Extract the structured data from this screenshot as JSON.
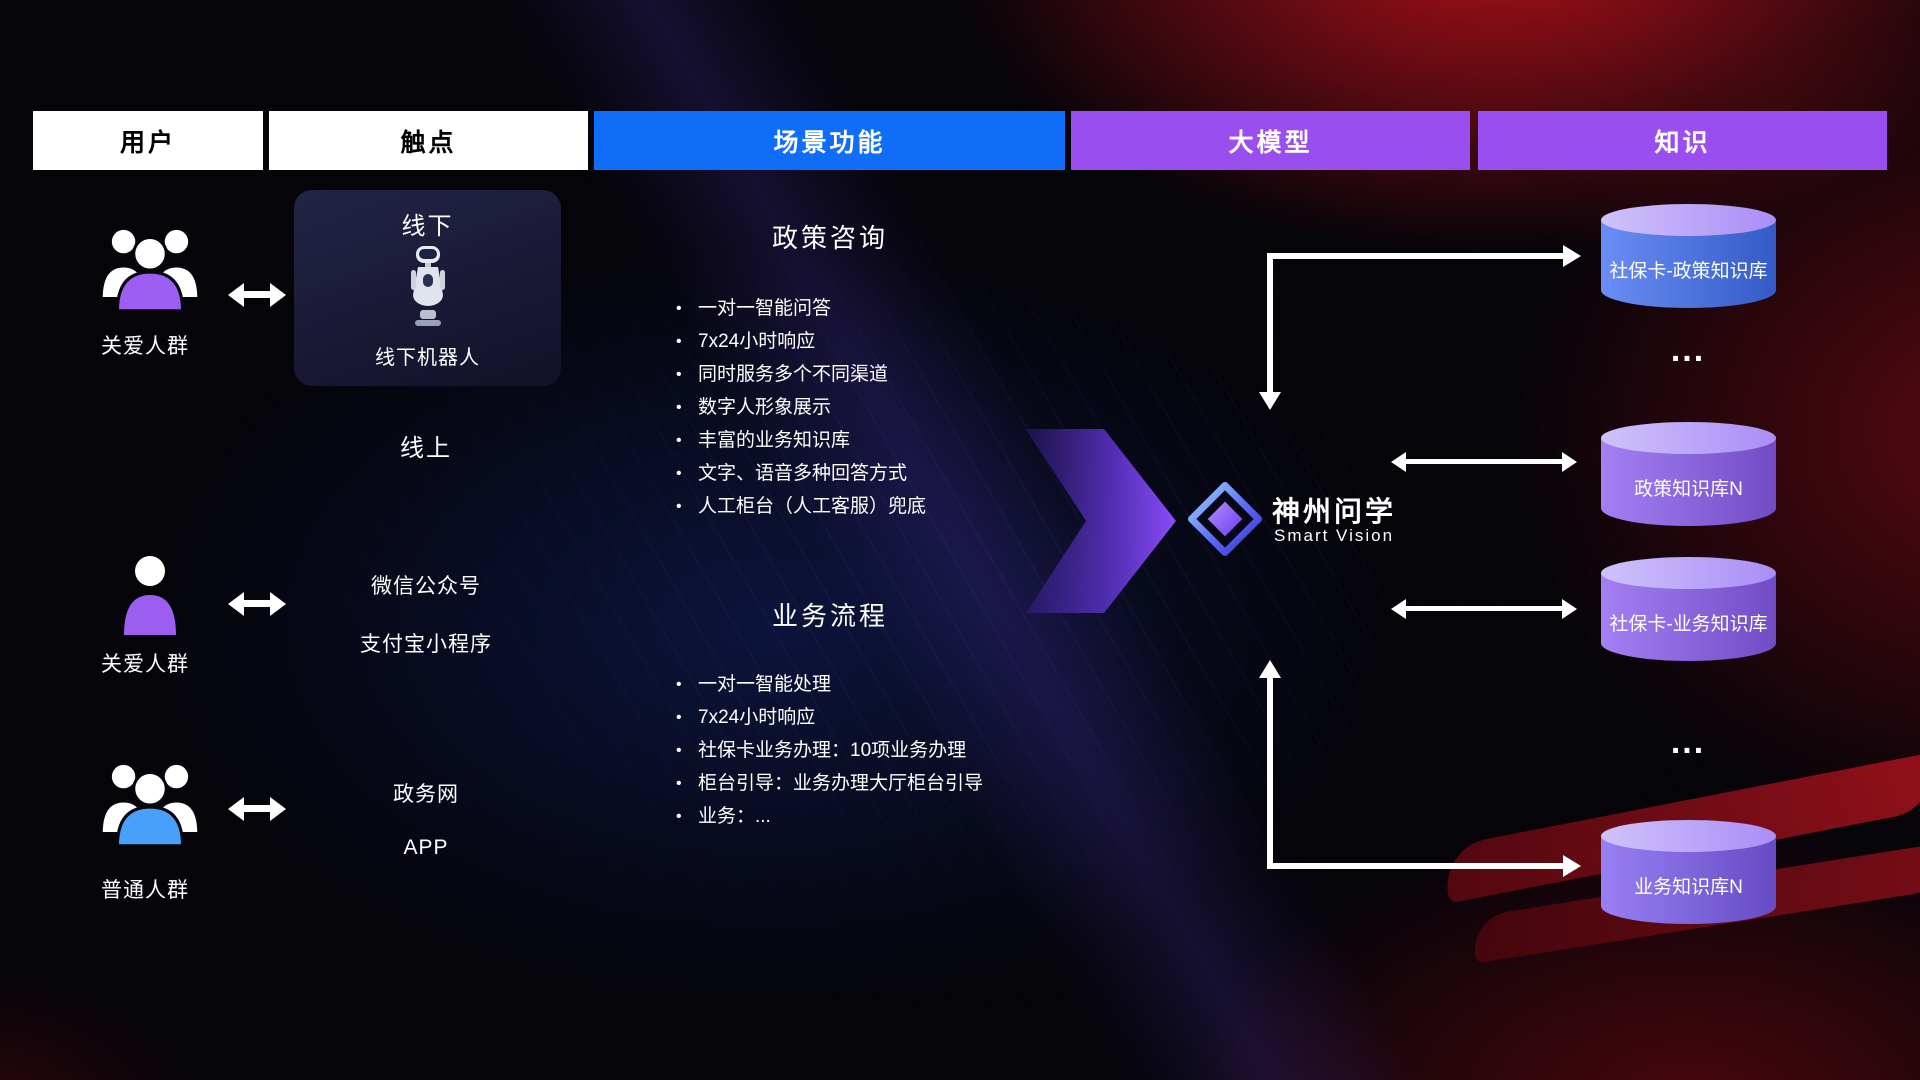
{
  "header": {
    "columns": [
      {
        "label": "用户",
        "bg": "#ffffff",
        "fg": "#000000"
      },
      {
        "label": "触点",
        "bg": "#ffffff",
        "fg": "#000000"
      },
      {
        "label": "场景功能",
        "bg": "#0f6df7",
        "fg": "#ffffff"
      },
      {
        "label": "大模型",
        "bg": "#9b4ef0",
        "fg": "#ffffff"
      },
      {
        "label": "知识",
        "bg": "#9b4ef0",
        "fg": "#ffffff"
      }
    ]
  },
  "users": {
    "groups": [
      {
        "label": "关爱人群",
        "icon": "group-people-icon",
        "color": "#9b5ef0"
      },
      {
        "label": "关爱人群",
        "icon": "single-person-icon",
        "color": "#9b5ef0"
      },
      {
        "label": "普通人群",
        "icon": "group-people-icon",
        "color": "#49a0fb"
      }
    ]
  },
  "touchpoints": {
    "offline": {
      "title": "线下",
      "caption": "线下机器人",
      "icon": "robot-icon"
    },
    "online_label": "线上",
    "channels": [
      {
        "label": "微信公众号"
      },
      {
        "label": "支付宝小程序"
      },
      {
        "label": "政务网"
      },
      {
        "label": "APP"
      }
    ]
  },
  "scenarios": {
    "policy": {
      "title": "政策咨询",
      "items": [
        "一对一智能问答",
        "7x24小时响应",
        "同时服务多个不同渠道",
        "数字人形象展示",
        "丰富的业务知识库",
        "文字、语音多种回答方式",
        "人工柜台（人工客服）兜底"
      ]
    },
    "business": {
      "title": "业务流程",
      "items": [
        "一对一智能处理",
        "7x24小时响应",
        "社保卡业务办理：10项业务办理",
        "柜台引导：业务办理大厅柜台引导",
        "业务：..."
      ]
    }
  },
  "model": {
    "name": "神州问学",
    "subtitle": "Smart Vision",
    "icon": "diamond-logo-icon"
  },
  "knowledge": {
    "databases": [
      {
        "label": "社保卡-政策知识库",
        "color": "#3f6ef2"
      },
      {
        "label": "政策知识库N",
        "color": "#8a5cf0"
      },
      {
        "label": "社保卡-业务知识库",
        "color": "#8a5cf0"
      },
      {
        "label": "业务知识库N",
        "color": "#7b5cf0"
      }
    ],
    "ellipsis": "..."
  },
  "colors": {
    "accent_purple": "#7b3ff2",
    "arrow_white": "#ffffff",
    "card_bg": "#16163a"
  }
}
